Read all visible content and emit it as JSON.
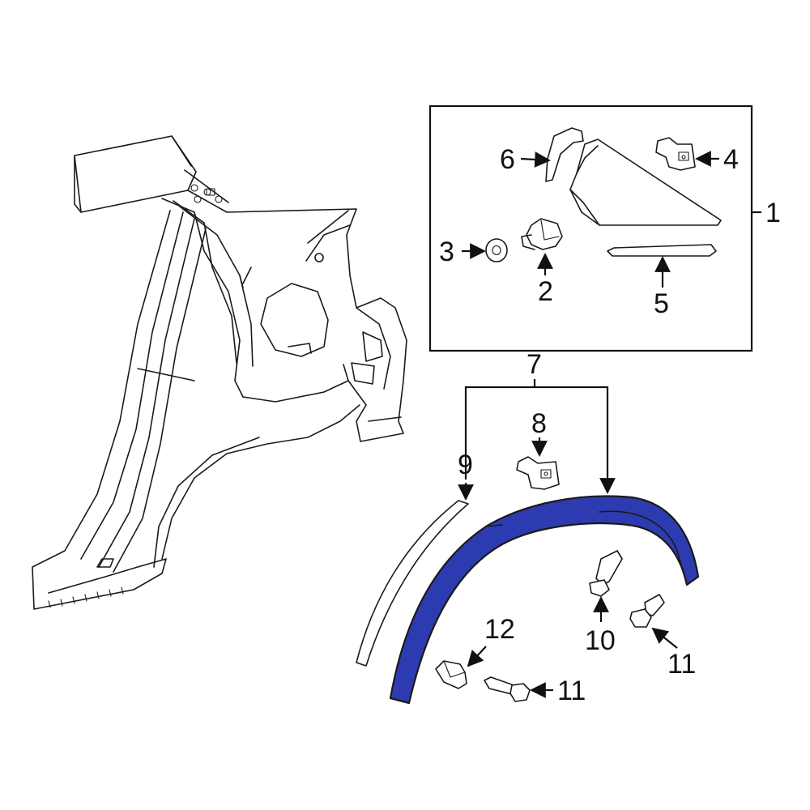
{
  "diagram": {
    "callouts": {
      "c1": "1",
      "c2": "2",
      "c3": "3",
      "c4": "4",
      "c5": "5",
      "c6": "6",
      "c7": "7",
      "c8": "8",
      "c9": "9",
      "c10": "10",
      "c11a": "11",
      "c11b": "11",
      "c12": "12"
    },
    "colors": {
      "highlight": "#2d3bb0",
      "line": "#1a1a1a",
      "background": "#ffffff"
    }
  }
}
